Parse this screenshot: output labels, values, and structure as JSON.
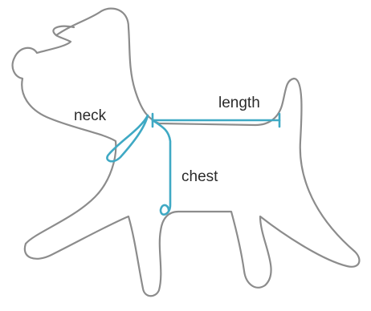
{
  "colors": {
    "outline": "#8c8c8c",
    "measure": "#3fa9c4",
    "text": "#2b2b2b"
  },
  "labels": {
    "neck": "neck",
    "length": "length",
    "chest": "chest"
  }
}
